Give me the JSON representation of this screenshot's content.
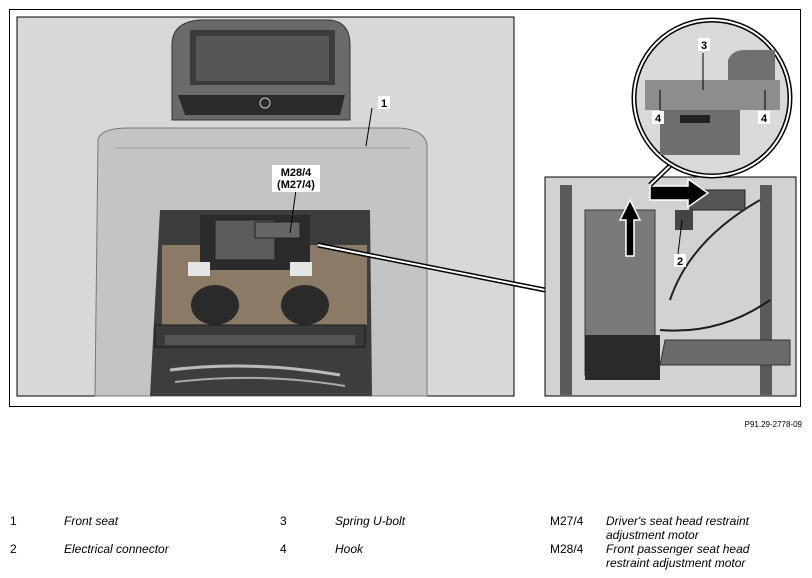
{
  "figure": {
    "callouts": {
      "c1": "1",
      "c2": "2",
      "c3": "3",
      "c4a": "4",
      "c4b": "4",
      "motor_line1": "M28/4",
      "motor_line2": "(M27/4)"
    },
    "reference": "P91.29-2778-09"
  },
  "legend": [
    {
      "key": "1",
      "text": "Front seat"
    },
    {
      "key": "2",
      "text": "Electrical connector"
    },
    {
      "key": "3",
      "text": "Spring U-bolt"
    },
    {
      "key": "4",
      "text": "Hook"
    },
    {
      "key": "M27/4",
      "text": "Driver's seat head restraint adjustment motor"
    },
    {
      "key": "M28/4",
      "text": "Front passenger seat head restraint adjustment motor"
    }
  ]
}
